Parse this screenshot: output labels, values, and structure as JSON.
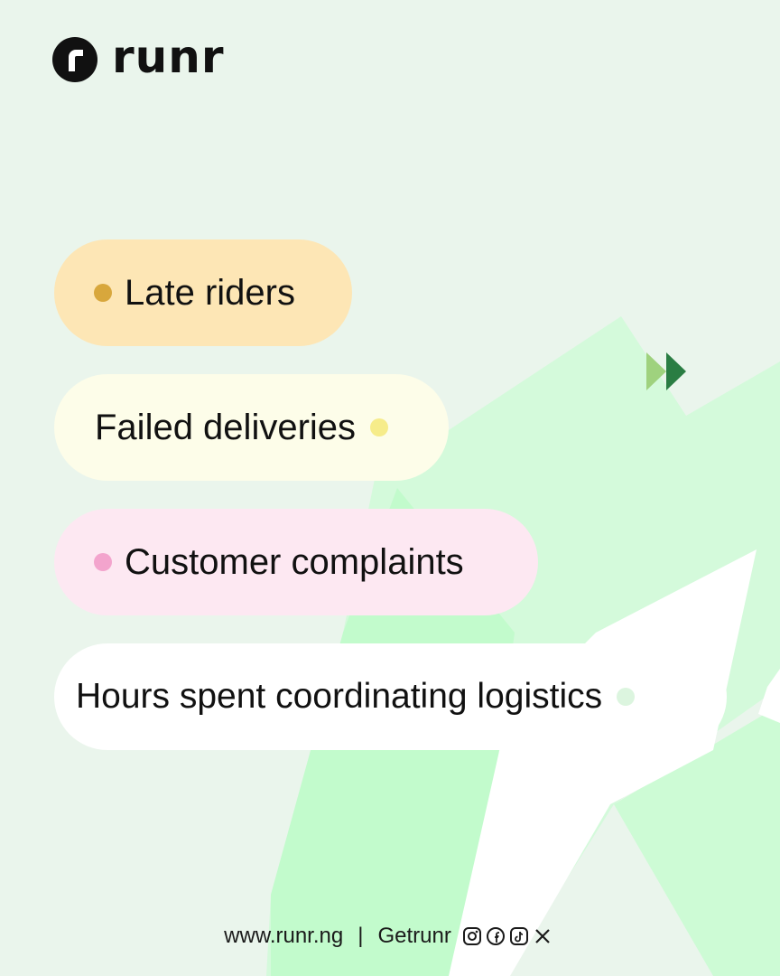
{
  "brand": {
    "name": "runr",
    "logo_color": "#111111"
  },
  "pills": [
    {
      "label": "Late riders",
      "bg": "#fde6b5",
      "dot": "#d8a73c",
      "dot_side": "left"
    },
    {
      "label": "Failed deliveries",
      "bg": "#fdfde9",
      "dot": "#f6ec8a",
      "dot_side": "right"
    },
    {
      "label": "Customer complaints",
      "bg": "#fde8f2",
      "dot": "#f3a4cd",
      "dot_side": "left"
    },
    {
      "label": "Hours spent coordinating logistics",
      "bg": "#ffffff",
      "dot": "#dcf5df",
      "dot_side": "right"
    }
  ],
  "decor": {
    "arrow_light": "#9fd27e",
    "arrow_dark": "#2a7d43",
    "shape_light": "#d4fadb",
    "shape_mid": "#c2fbcc"
  },
  "footer": {
    "website": "www.runr.ng",
    "separator": "|",
    "handle": "Getrunr",
    "social_icons": [
      "instagram-icon",
      "facebook-icon",
      "tiktok-icon",
      "x-icon"
    ]
  }
}
